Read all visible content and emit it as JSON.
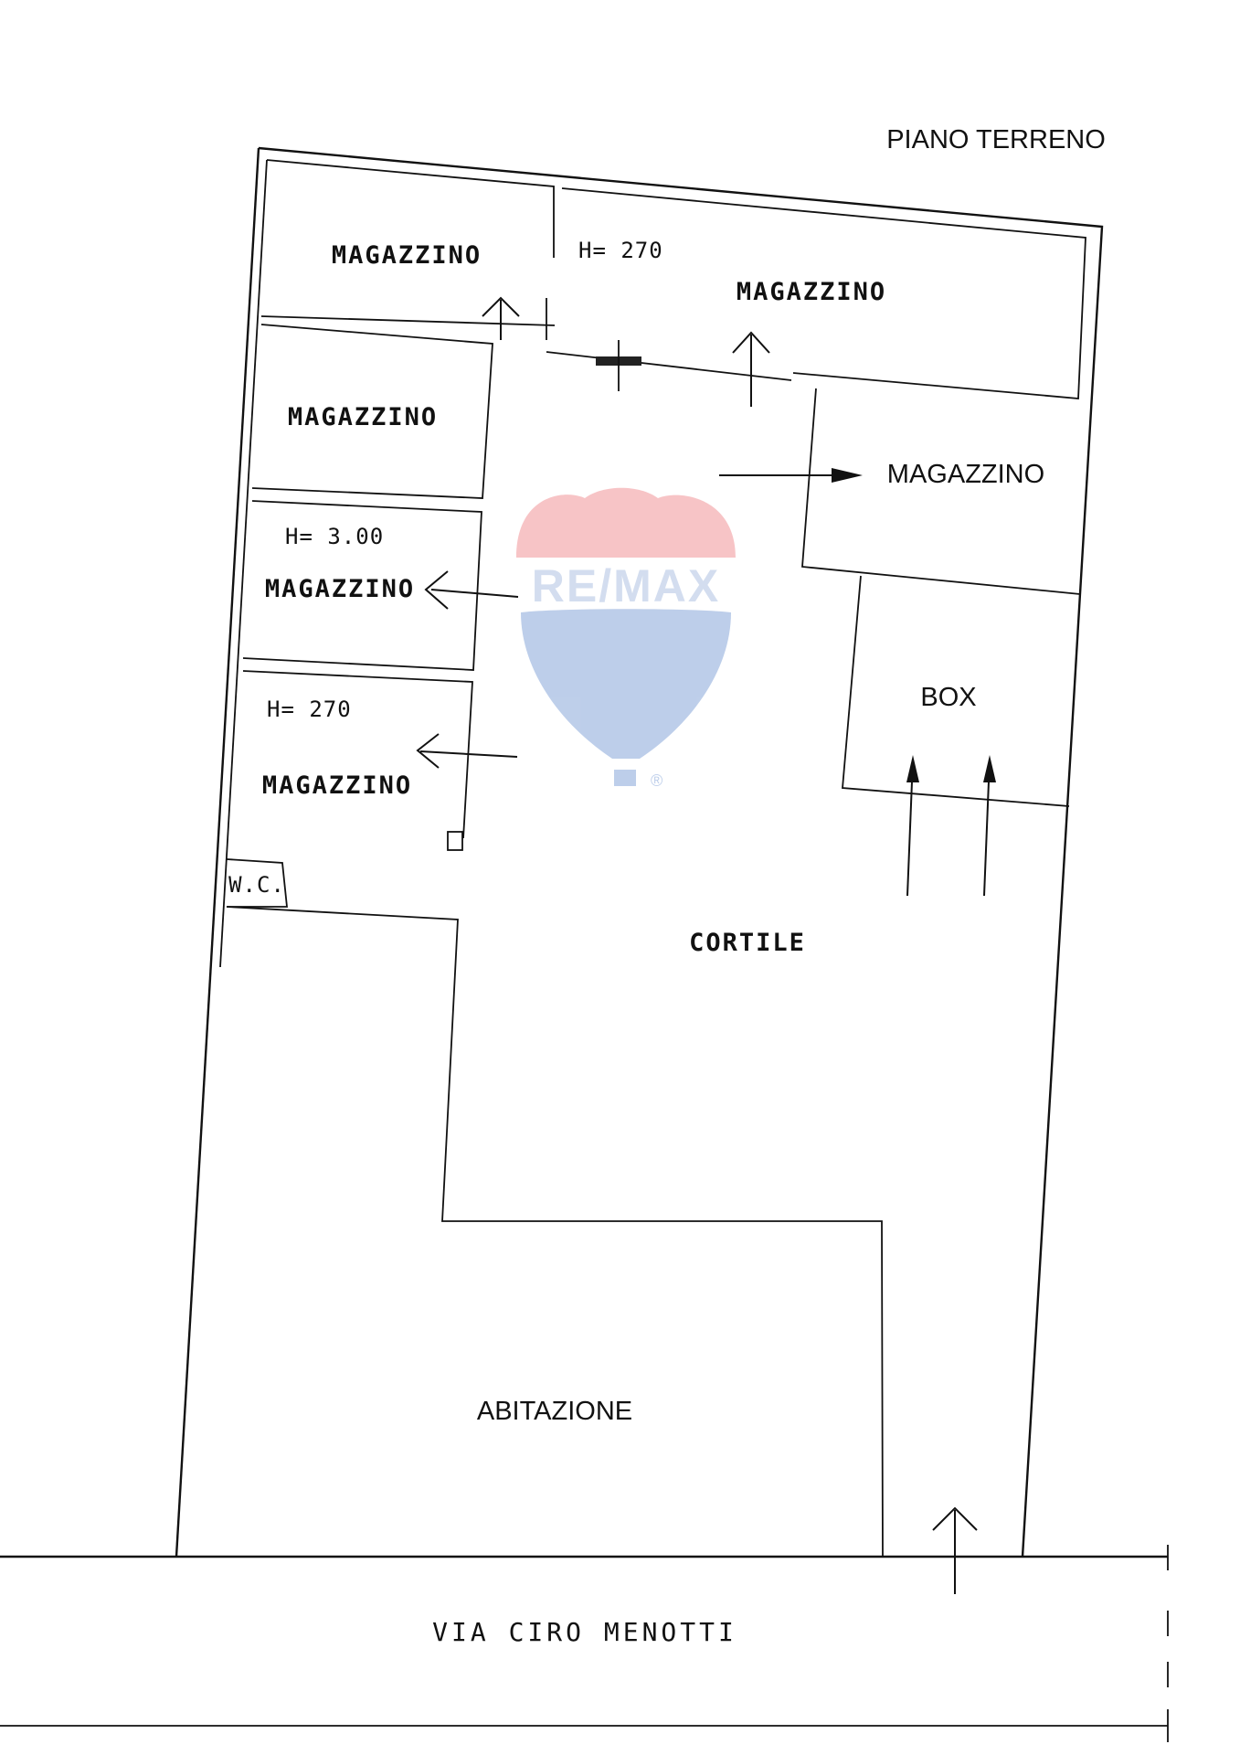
{
  "title": "PIANO TERRENO",
  "street": "VIA CIRO MENOTTI",
  "rooms": {
    "magazzino_top_left": "MAGAZZINO",
    "magazzino_top_right": "MAGAZZINO",
    "magazzino_left_1": "MAGAZZINO",
    "magazzino_left_2": "MAGAZZINO",
    "magazzino_left_3": "MAGAZZINO",
    "magazzino_right": "MAGAZZINO",
    "box": "BOX",
    "cortile": "CORTILE",
    "abitazione": "ABITAZIONE",
    "wc": "W.C."
  },
  "heights": {
    "top": "H= 270",
    "left_2": "H= 3.00",
    "left_3": "H= 270"
  },
  "watermark": {
    "brand": "RE/MAX",
    "registered": "®",
    "colors": {
      "red": "#f08a8f",
      "blue": "#7d9fd6",
      "text": "#a9bde0"
    }
  }
}
